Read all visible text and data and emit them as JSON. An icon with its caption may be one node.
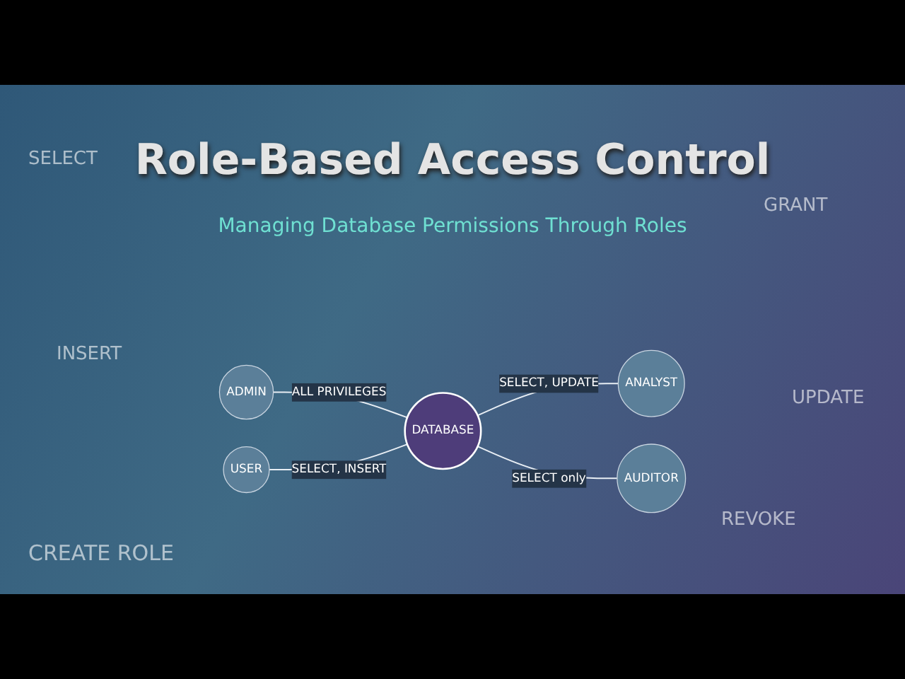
{
  "diagram": {
    "title": "Role-Based Access Control",
    "caption": "Managing Database Permissions Through Roles",
    "nodes": [
      {
        "text": [
          "ADMIN"
        ]
      },
      {
        "text": [
          "ANALYST"
        ]
      },
      {
        "text": [
          "DATABASE"
        ]
      },
      {
        "text": [
          "USER"
        ]
      },
      {
        "text": [
          "AUDITOR"
        ]
      }
    ],
    "edges": [
      {
        "from": 0,
        "to": 2,
        "arrow": "none",
        "label": "ALL PRIVILEGES"
      },
      {
        "from": 2,
        "to": 1,
        "arrow": "none",
        "label": "SELECT, UPDATE"
      },
      {
        "from": 3,
        "to": 2,
        "arrow": "none",
        "label": "SELECT, INSERT"
      },
      {
        "from": 2,
        "to": 4,
        "arrow": "none",
        "label": "SELECT only"
      }
    ],
    "labels": [
      "SELECT",
      "GRANT",
      "INSERT",
      "UPDATE",
      "REVOKE",
      "CREATE ROLE"
    ]
  }
}
